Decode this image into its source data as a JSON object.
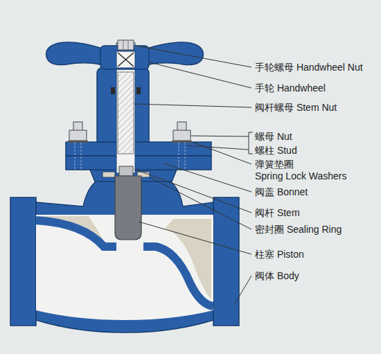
{
  "diagram": {
    "labels": [
      "手轮螺母 Handwheel Nut",
      "手轮 Handwheel",
      "阀杆螺母 Stem Nut",
      "螺母 Nut",
      "螺柱 Stud",
      "弹簧垫圈",
      "Spring Lock Washers",
      "阀盖 Bonnet",
      "阀杆 Stem",
      "密封圈 Sealing Ring",
      "柱塞 Piston",
      "阀体 Body"
    ]
  }
}
